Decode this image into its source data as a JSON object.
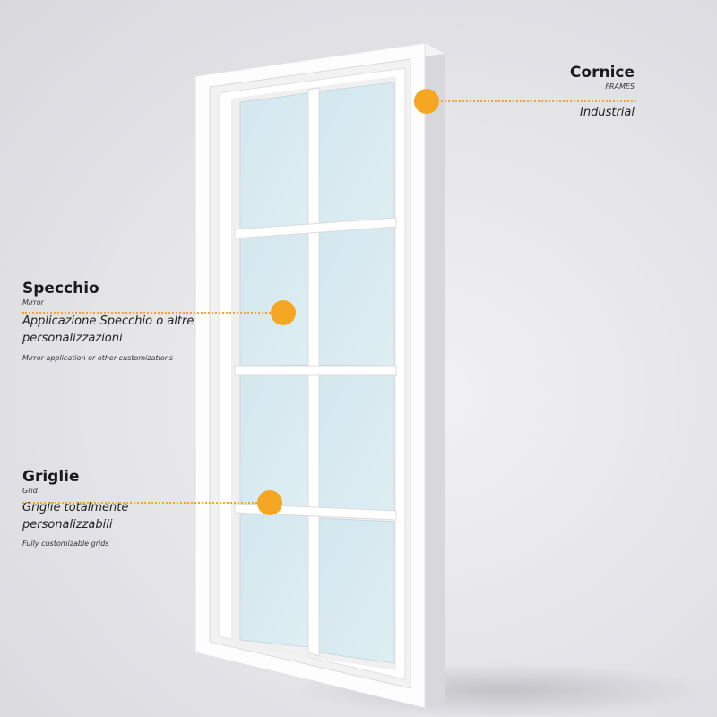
{
  "cornice": {
    "title": "Cornice",
    "subtitle": "FRAMES",
    "description": "Industrial"
  },
  "specchio": {
    "title": "Specchio",
    "subtitle": "Mirror",
    "description": "Applicazione Specchio o altre personalizzazioni",
    "note": "Mirror application or other customizations"
  },
  "griglie": {
    "title": "Griglie",
    "subtitle": "Grid",
    "description": "Griglie totalmente personalizzabili",
    "note": "Fully customizable grids"
  },
  "colors": {
    "accent": "#f5a623",
    "frame": "#ffffff",
    "glass": "#d6eaf0"
  }
}
